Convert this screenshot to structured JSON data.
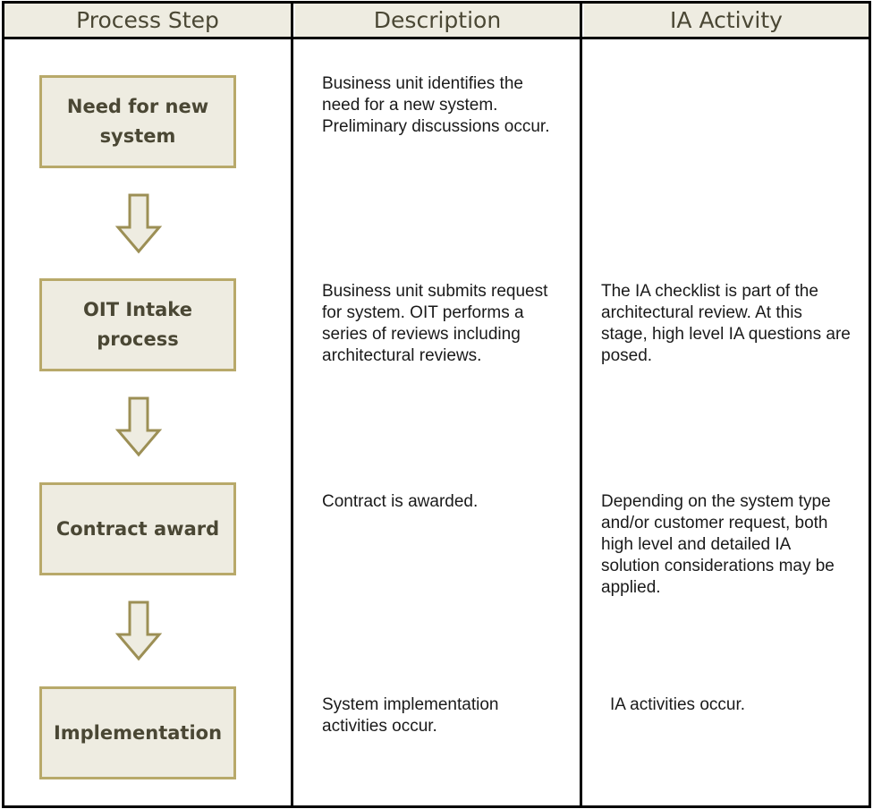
{
  "headers": {
    "process_step": "Process Step",
    "description": "Description",
    "ia_activity": "IA Activity"
  },
  "rows": [
    {
      "step": "Need for new system",
      "description": "Business unit identifies the need for a new system. Preliminary discussions occur.",
      "ia_activity": ""
    },
    {
      "step": "OIT Intake process",
      "description": "Business unit submits request for system. OIT performs a series of reviews including architectural reviews.",
      "ia_activity": "The IA checklist is part of the architectural review. At this stage, high level IA questions are posed."
    },
    {
      "step": "Contract award",
      "description": "Contract is awarded.",
      "ia_activity": "Depending on the system type and/or customer request, both high level and detailed IA solution considerations may be applied."
    },
    {
      "step": "Implementation",
      "description": "System implementation activities occur.",
      "ia_activity": "IA activities occur."
    }
  ],
  "colors": {
    "header_fill": "#eeece1",
    "box_fill": "#eeece1",
    "box_border": "#b8a96a",
    "arrow_fill": "#eeece1",
    "arrow_stroke": "#9c8f55",
    "text_dark": "#4a4734",
    "grid_line": "#000000"
  }
}
